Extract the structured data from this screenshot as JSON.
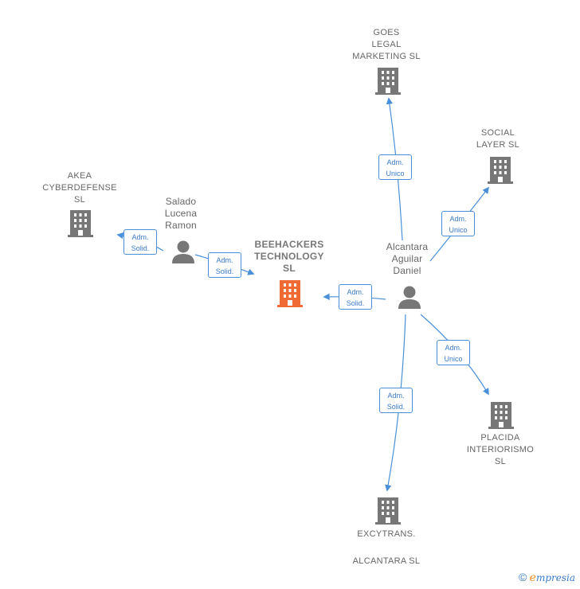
{
  "colors": {
    "edge": "#4a90d9",
    "building": "#777777",
    "building_focus": "#f06a35",
    "person": "#777777",
    "text": "#666666"
  },
  "nodes": {
    "goes": {
      "label": "GOES\nLEGAL\nMARKETING SL",
      "icon": "building-icon"
    },
    "social": {
      "label": "SOCIAL\nLAYER  SL",
      "icon": "building-icon"
    },
    "akea": {
      "label": "AKEA\nCYBERDEFENSE\nSL",
      "icon": "building-icon"
    },
    "salado": {
      "label": "Salado\nLucena\nRamon",
      "icon": "person-icon"
    },
    "beehackers": {
      "label": "BEEHACKERS\nTECHNOLOGY\nSL",
      "icon": "building-icon"
    },
    "alcantara_daniel": {
      "label": "Alcantara\nAguilar\nDaniel",
      "icon": "person-icon"
    },
    "placida": {
      "label": "PLACIDA\nINTERIORISMO\nSL",
      "icon": "building-icon"
    },
    "excytrans": {
      "label": "EXCYTRANS.\n\nALCANTARA SL",
      "icon": "building-icon"
    }
  },
  "edges": [
    {
      "from": "salado",
      "to": "akea",
      "label": "Adm.\nSolid."
    },
    {
      "from": "salado",
      "to": "beehackers",
      "label": "Adm.\nSolid."
    },
    {
      "from": "alcantara_daniel",
      "to": "beehackers",
      "label": "Adm.\nSolid."
    },
    {
      "from": "alcantara_daniel",
      "to": "goes",
      "label": "Adm.\nUnico"
    },
    {
      "from": "alcantara_daniel",
      "to": "social",
      "label": "Adm.\nUnico"
    },
    {
      "from": "alcantara_daniel",
      "to": "placida",
      "label": "Adm.\nUnico"
    },
    {
      "from": "alcantara_daniel",
      "to": "excytrans",
      "label": "Adm.\nSolid."
    }
  ],
  "brand": {
    "copyright": "©",
    "first_letter": "e",
    "rest": "mpresia"
  }
}
